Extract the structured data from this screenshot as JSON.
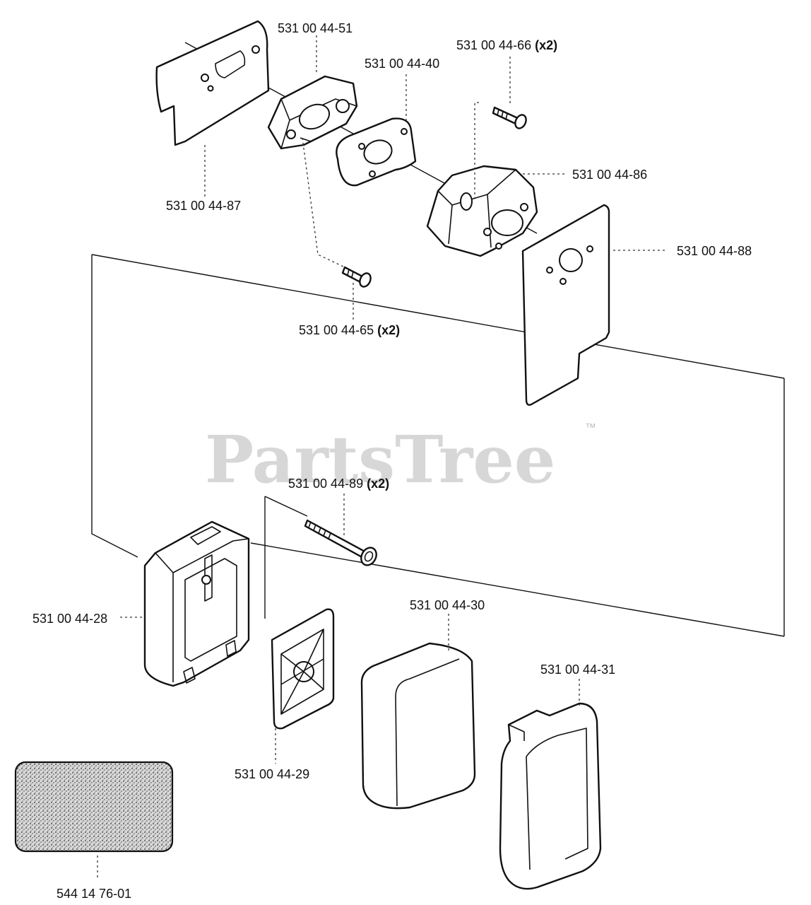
{
  "watermark": {
    "text": "PartsTree",
    "tm": "™"
  },
  "parts": [
    {
      "id": "p51",
      "number": "531 00 44-51",
      "qty": ""
    },
    {
      "id": "p40",
      "number": "531 00 44-40",
      "qty": ""
    },
    {
      "id": "p66",
      "number": "531 00 44-66",
      "qty": "(x2)"
    },
    {
      "id": "p86",
      "number": "531 00 44-86",
      "qty": ""
    },
    {
      "id": "p87",
      "number": "531 00 44-87",
      "qty": ""
    },
    {
      "id": "p88",
      "number": "531 00 44-88",
      "qty": ""
    },
    {
      "id": "p65",
      "number": "531 00 44-65",
      "qty": "(x2)"
    },
    {
      "id": "p89",
      "number": "531 00 44-89",
      "qty": "(x2)"
    },
    {
      "id": "p28",
      "number": "531 00 44-28",
      "qty": ""
    },
    {
      "id": "p30",
      "number": "531 00 44-30",
      "qty": ""
    },
    {
      "id": "p31",
      "number": "531 00 44-31",
      "qty": ""
    },
    {
      "id": "p29",
      "number": "531 00 44-29",
      "qty": ""
    },
    {
      "id": "p01",
      "number": "544 14 76-01",
      "qty": ""
    }
  ]
}
